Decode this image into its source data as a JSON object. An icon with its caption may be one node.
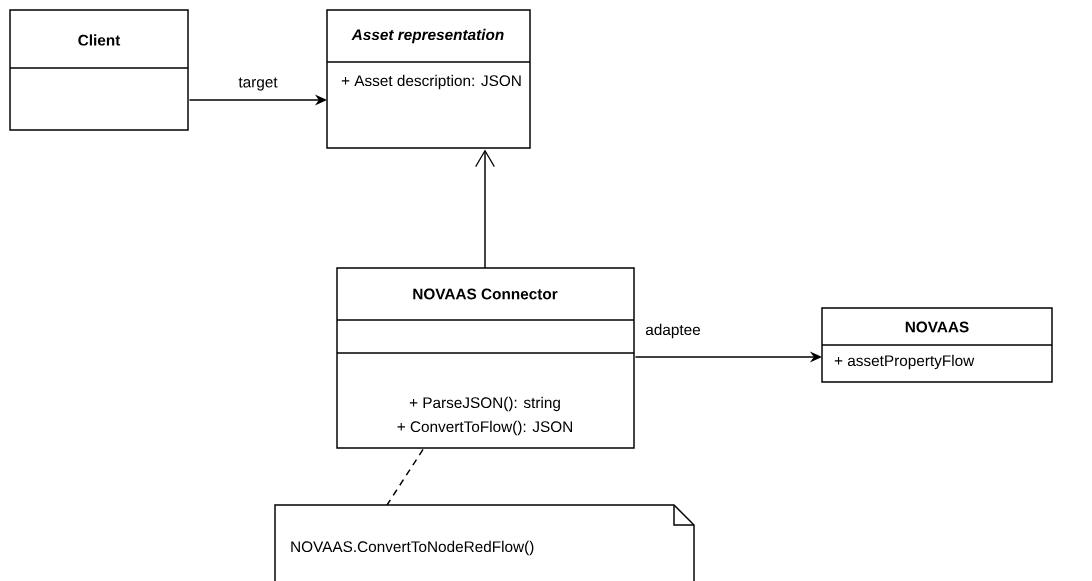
{
  "diagram": {
    "nodes": [
      {
        "text": [
          "Client"
        ]
      },
      {
        "text": [
          "Asset representation",
          "+ Asset description: JSON"
        ]
      },
      {
        "text": [
          "NOVAAS Connector",
          "+ ParseJSON(): string",
          "+ ConvertToFlow(): JSON"
        ]
      },
      {
        "text": [
          "NOVAAS",
          "+ assetPropertyFlow"
        ]
      },
      {
        "text": [
          "NOVAAS.ConvertToNodeRedFlow()"
        ]
      }
    ],
    "edges": [
      {
        "from": 0,
        "to": 1,
        "arrow": "to",
        "label": "target"
      },
      {
        "from": 2,
        "to": 1,
        "arrow": "to"
      },
      {
        "from": 2,
        "to": 3,
        "arrow": "to",
        "label": "adaptee"
      },
      {
        "from": 2,
        "to": 4,
        "arrow": "none",
        "style": "dashed"
      }
    ]
  }
}
